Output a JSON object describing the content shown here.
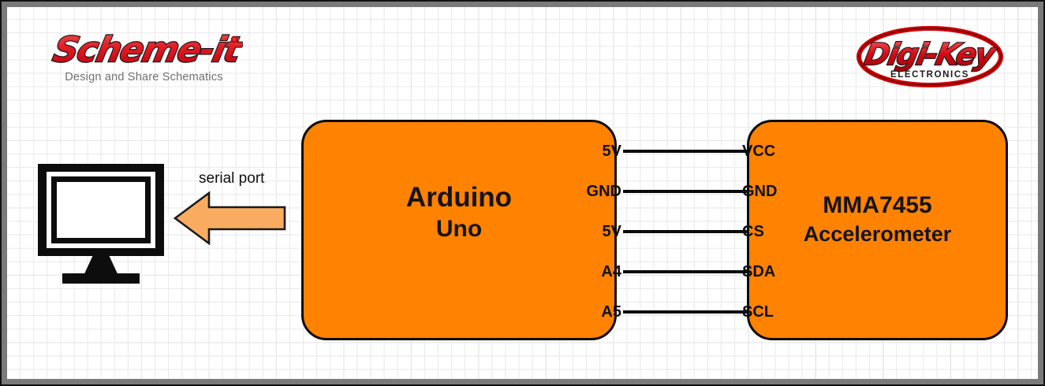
{
  "page": {
    "title": "Scheme-it block diagram: Arduino Uno to MMA7455 Accelerometer",
    "background_color": "#ffffff",
    "grid_color": "#e9e9ec",
    "border_color": "#7a7a7a"
  },
  "branding": {
    "schemeit": {
      "wordmark": "Scheme-it",
      "tagline": "Design and Share Schematics",
      "color": "#e01b24"
    },
    "digikey": {
      "wordmark": "Digi-Key",
      "subtext": "ELECTRONICS",
      "color": "#cc0000"
    }
  },
  "diagram": {
    "block_fill": "#ff8200",
    "block_stroke": "#0c0c0c",
    "wire_color": "#0b0b0b",
    "arrow_fill": "#f9ac60",
    "blocks": [
      {
        "id": "arduino",
        "title": "Arduino",
        "subtitle": "Uno",
        "pins": [
          {
            "label": "5V",
            "side": "right"
          },
          {
            "label": "GND",
            "side": "right"
          },
          {
            "label": "5V",
            "side": "right"
          },
          {
            "label": "A4",
            "side": "right"
          },
          {
            "label": "A5",
            "side": "right"
          }
        ]
      },
      {
        "id": "mma7455",
        "title": "MMA7455",
        "subtitle": "Accelerometer",
        "pins": [
          {
            "label": "VCC",
            "side": "left"
          },
          {
            "label": "GND",
            "side": "left"
          },
          {
            "label": "CS",
            "side": "left"
          },
          {
            "label": "SDA",
            "side": "left"
          },
          {
            "label": "SCL",
            "side": "left"
          }
        ]
      }
    ],
    "connections": [
      {
        "from": "5V",
        "to": "VCC"
      },
      {
        "from": "GND",
        "to": "GND"
      },
      {
        "from": "5V",
        "to": "CS"
      },
      {
        "from": "A4",
        "to": "SDA"
      },
      {
        "from": "A5",
        "to": "SCL"
      }
    ],
    "monitor": {
      "name": "computer-monitor"
    },
    "arrow": {
      "label": "serial port",
      "direction": "left"
    }
  }
}
